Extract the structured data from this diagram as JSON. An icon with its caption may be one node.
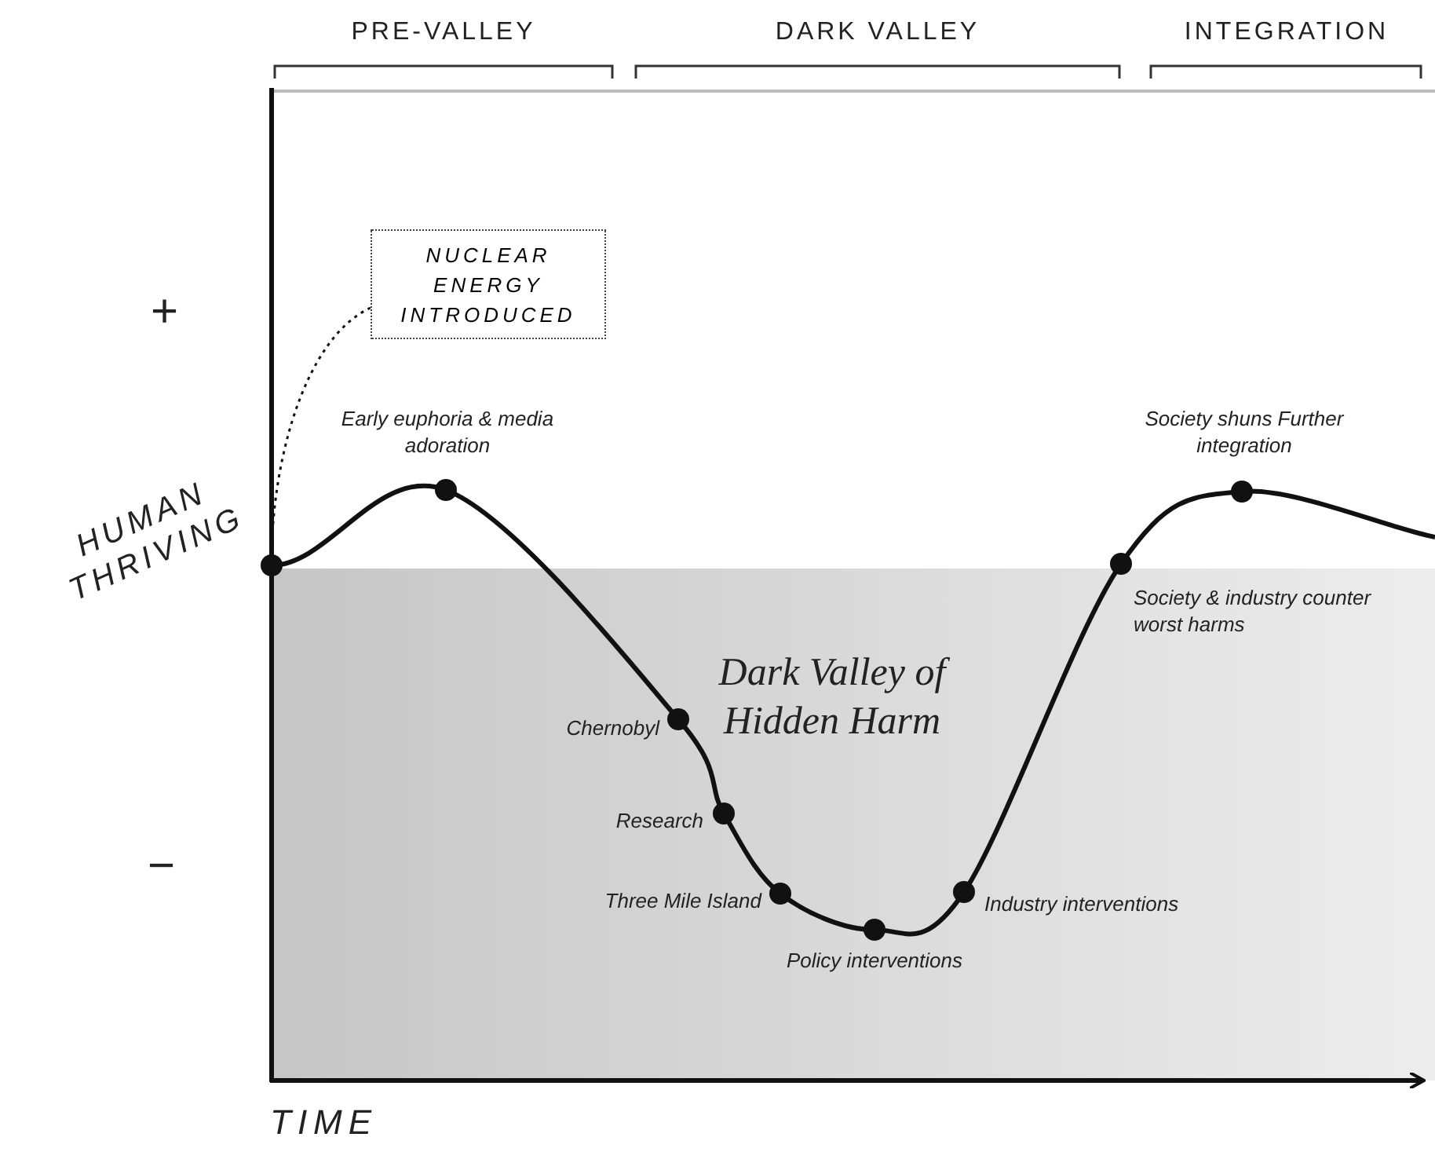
{
  "diagram": {
    "nodes": [
      {
        "text": [
          "NUCLEAR ENERGY INTRODUCED"
        ]
      },
      {
        "text": [],
        "shape": "circle"
      },
      {
        "text": [],
        "shape": "circle",
        "beside": [
          "Early euphoria & media adoration"
        ]
      },
      {
        "text": [],
        "shape": "circle",
        "beside": [
          "Chernobyl"
        ]
      },
      {
        "text": [],
        "shape": "circle",
        "beside": [
          "Research"
        ]
      },
      {
        "text": [],
        "shape": "circle",
        "beside": [
          "Three Mile Island"
        ]
      },
      {
        "text": [],
        "shape": "circle",
        "beside": [
          "Policy interventions"
        ]
      },
      {
        "text": [],
        "shape": "circle",
        "beside": [
          "Industry interventions"
        ]
      },
      {
        "text": [],
        "shape": "circle",
        "beside": [
          "Society & industry counter worst harms"
        ]
      },
      {
        "text": [],
        "shape": "circle",
        "beside": [
          "Society shuns Further integration"
        ]
      }
    ],
    "edges": [
      {
        "from": 0,
        "to": 1,
        "arrow": "none",
        "style": "dashed"
      },
      {
        "from": 1,
        "to": 2,
        "arrow": "none"
      },
      {
        "from": 2,
        "to": 3,
        "arrow": "none"
      },
      {
        "from": 3,
        "to": 4,
        "arrow": "none"
      },
      {
        "from": 4,
        "to": 5,
        "arrow": "none"
      },
      {
        "from": 5,
        "to": 6,
        "arrow": "none"
      },
      {
        "from": 6,
        "to": 7,
        "arrow": "none"
      },
      {
        "from": 7,
        "to": 8,
        "arrow": "none"
      },
      {
        "from": 8,
        "to": 9,
        "arrow": "none"
      },
      {
        "from": 9,
        "to": null,
        "arrow": "none"
      }
    ],
    "labels": [
      "PRE-VALLEY",
      "DARK VALLEY",
      "INTEGRATION",
      "+",
      "HUMAN THRIVING",
      "−",
      "Dark Valley of Hidden Harm",
      "TIME"
    ]
  }
}
